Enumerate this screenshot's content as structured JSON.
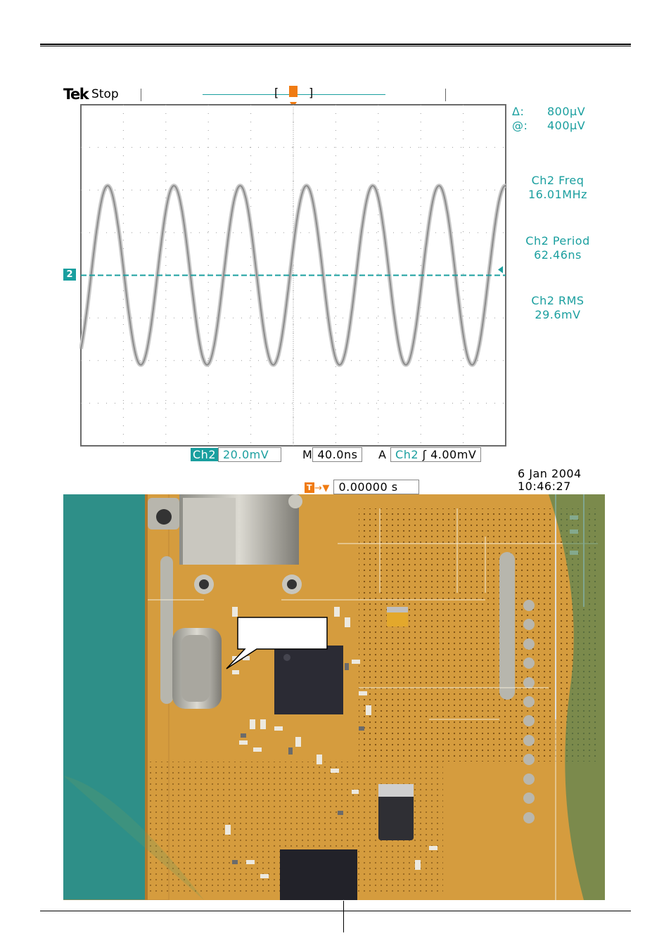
{
  "scope": {
    "brand": "Tek",
    "status": "Stop",
    "trigger_marker": "T",
    "channel_marker": "2",
    "cursor": {
      "delta_label": "Δ:",
      "delta_value": "800μV",
      "at_label": "@:",
      "at_value": "400μV"
    },
    "measurements": [
      {
        "name": "Ch2 Freq",
        "value": "16.01MHz"
      },
      {
        "name": "Ch2 Period",
        "value": "62.46ns"
      },
      {
        "name": "Ch2 RMS",
        "value": "29.6mV"
      }
    ],
    "bottom": {
      "channel": "Ch2",
      "volts_div": "20.0mV",
      "timebase_label": "M",
      "timebase": "40.0ns",
      "trigger_mode": "A",
      "trigger_source": "Ch2",
      "trigger_slope": "ʃ",
      "trigger_level": "4.00mV"
    },
    "date": "6 Jan  2004",
    "time": "10:46:27",
    "trigger_position": "0.00000 s",
    "colors": {
      "accent": "#1a9f9f",
      "trigger": "#f07b12",
      "trace": "#8c8c8c"
    },
    "chart_data": {
      "type": "line",
      "title": "",
      "xlabel": "",
      "ylabel": "",
      "divisions_x": 10,
      "divisions_y": 8,
      "ylim": [
        -4,
        4
      ],
      "xlim": [
        0,
        10
      ],
      "series": [
        {
          "waveform": "sine",
          "period_div": 1.56,
          "amplitude_div": 2.1,
          "phase_offset_div": -0.15,
          "offset_div": 0
        }
      ],
      "reference_level_div": 0
    }
  }
}
